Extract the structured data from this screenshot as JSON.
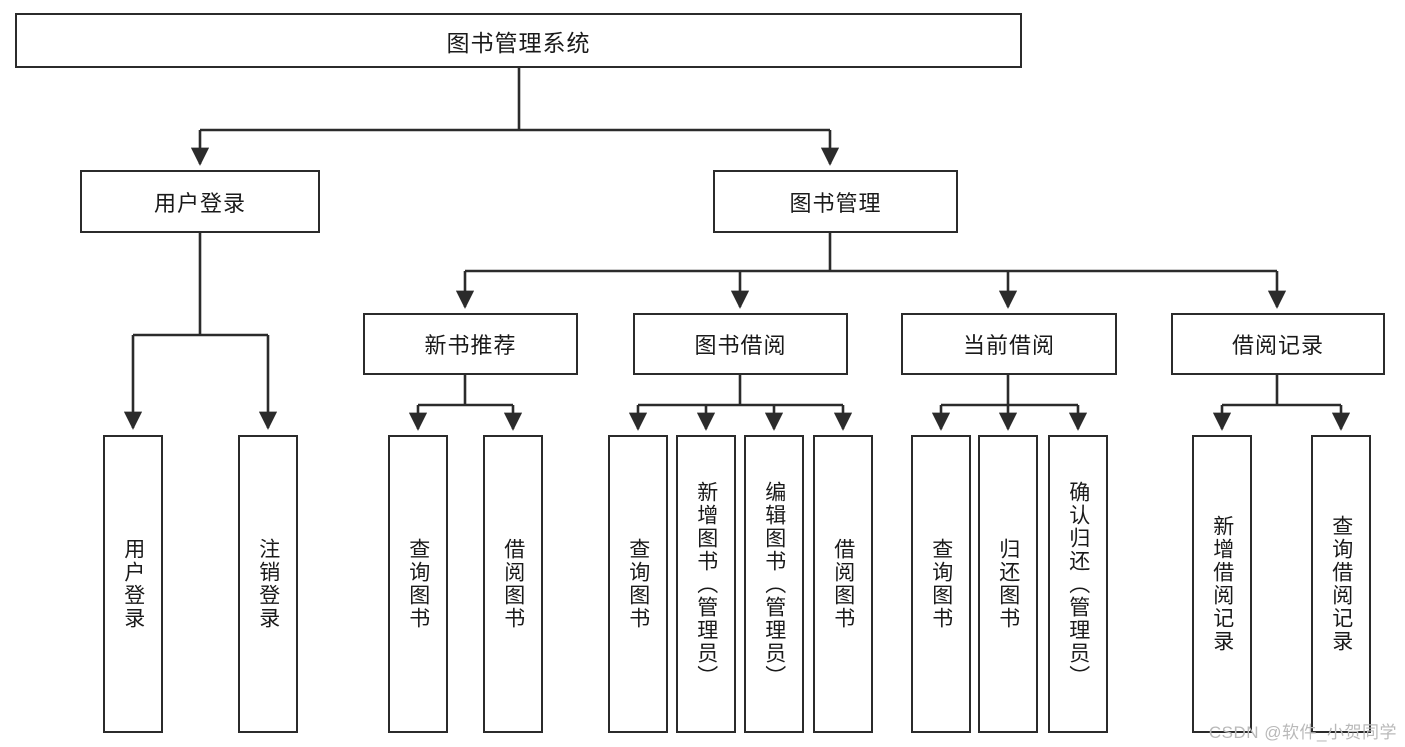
{
  "diagram": {
    "title": "图书管理系统",
    "type": "tree",
    "watermark": "CSDN @软件_小贺同学",
    "colors": {
      "stroke": "#2b2b2b",
      "fill": "#ffffff",
      "text": "#1a1a1a",
      "watermark": "#b9b9b9"
    },
    "nodes": {
      "root": {
        "label": "图书管理系统"
      },
      "l2": [
        {
          "label": "用户登录"
        },
        {
          "label": "图书管理"
        }
      ],
      "l3": [
        {
          "label": "新书推荐"
        },
        {
          "label": "图书借阅"
        },
        {
          "label": "当前借阅"
        },
        {
          "label": "借阅记录"
        }
      ],
      "leaves_user": [
        {
          "label": "用户登录"
        },
        {
          "label": "注销登录"
        }
      ],
      "leaves_newbook": [
        {
          "label": "查询图书"
        },
        {
          "label": "借阅图书"
        }
      ],
      "leaves_borrow": [
        {
          "label": "查询图书"
        },
        {
          "label": "新增图书（管理员）"
        },
        {
          "label": "编辑图书（管理员）"
        },
        {
          "label": "借阅图书"
        }
      ],
      "leaves_current": [
        {
          "label": "查询图书"
        },
        {
          "label": "归还图书"
        },
        {
          "label": "确认归还（管理员）"
        }
      ],
      "leaves_records": [
        {
          "label": "新增借阅记录"
        },
        {
          "label": "查询借阅记录"
        }
      ]
    }
  }
}
